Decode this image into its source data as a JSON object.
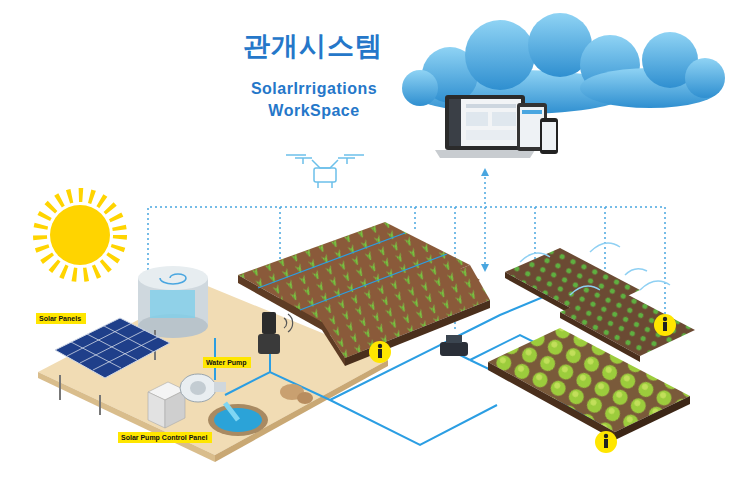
{
  "diagram": {
    "title": "관개시스템",
    "nodes": [
      {
        "text": [
          "Solar Panels"
        ]
      },
      {
        "text": [
          "Water Pump"
        ]
      },
      {
        "text": [
          "Solar Pump Control Panel"
        ]
      }
    ],
    "labels": [
      "SolarIrrigations WorkSpace"
    ]
  }
}
